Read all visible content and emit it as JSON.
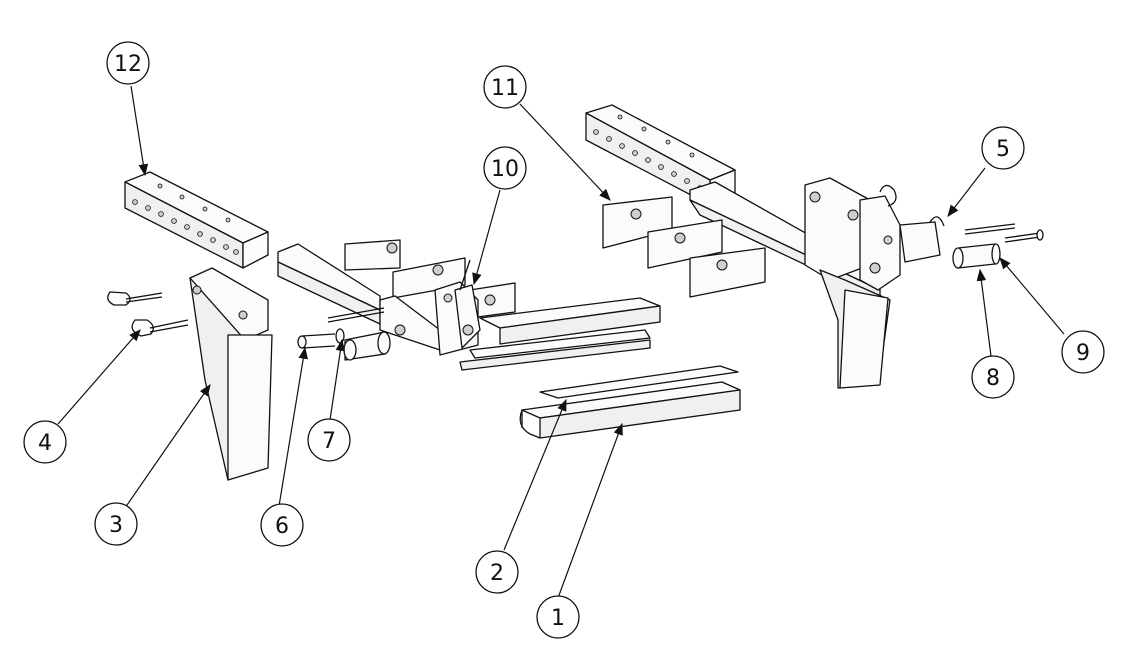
{
  "callouts": [
    {
      "id": "balloon-1",
      "label": "1"
    },
    {
      "id": "balloon-2",
      "label": "2"
    },
    {
      "id": "balloon-3",
      "label": "3"
    },
    {
      "id": "balloon-4",
      "label": "4"
    },
    {
      "id": "balloon-5",
      "label": "5"
    },
    {
      "id": "balloon-6",
      "label": "6"
    },
    {
      "id": "balloon-7",
      "label": "7"
    },
    {
      "id": "balloon-8",
      "label": "8"
    },
    {
      "id": "balloon-9",
      "label": "9"
    },
    {
      "id": "balloon-10",
      "label": "10"
    },
    {
      "id": "balloon-11",
      "label": "11"
    },
    {
      "id": "balloon-12",
      "label": "12"
    }
  ],
  "colors": {
    "line": "#111111",
    "background": "#ffffff"
  }
}
